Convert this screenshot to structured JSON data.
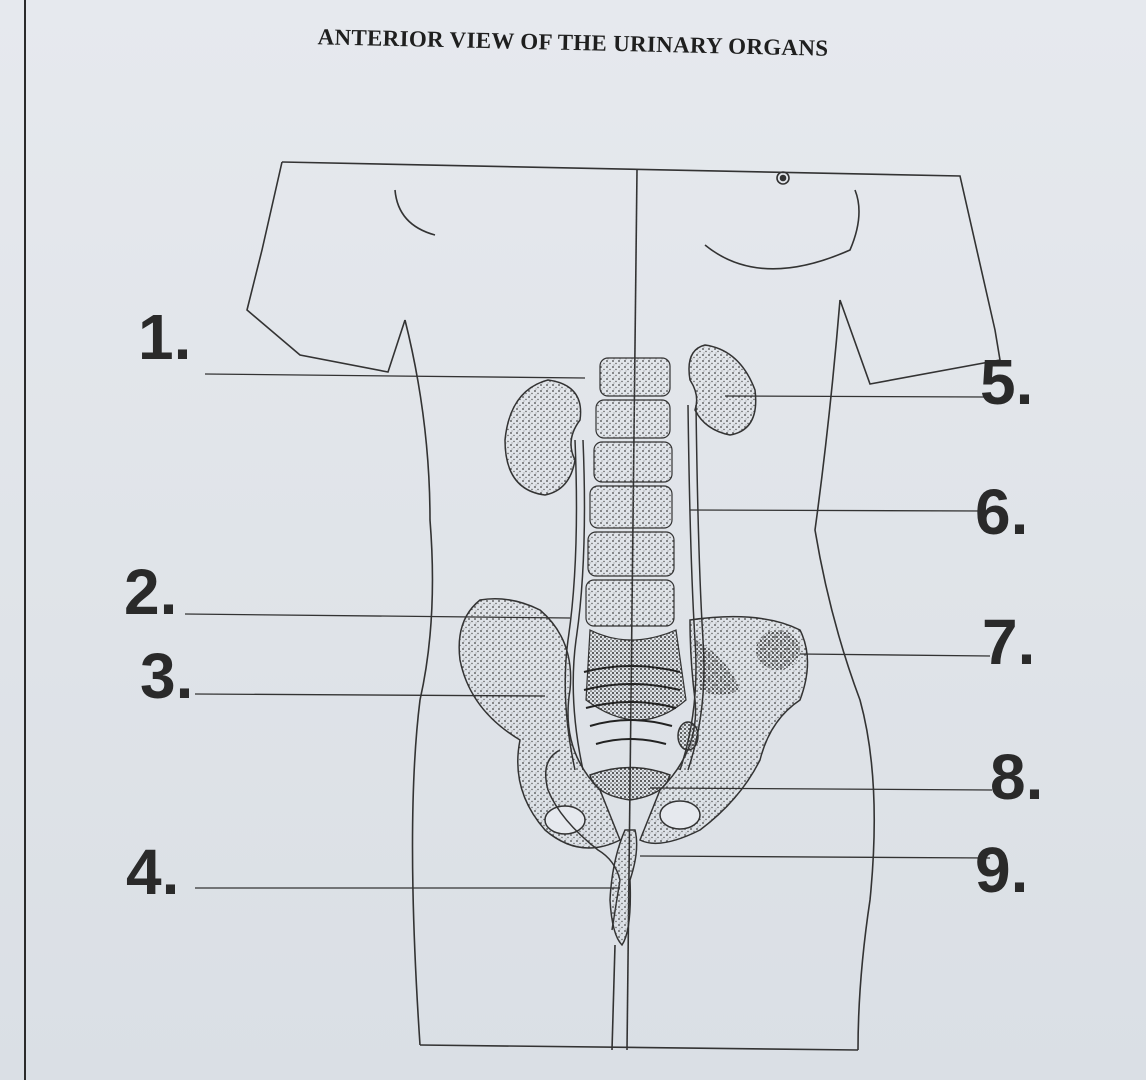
{
  "title": "ANTERIOR VIEW OF THE URINARY ORGANS",
  "labels": {
    "l1": "1.",
    "l2": "2.",
    "l3": "3.",
    "l4": "4.",
    "l5": "5.",
    "l6": "6.",
    "l7": "7.",
    "l8": "8.",
    "l9": "9."
  }
}
